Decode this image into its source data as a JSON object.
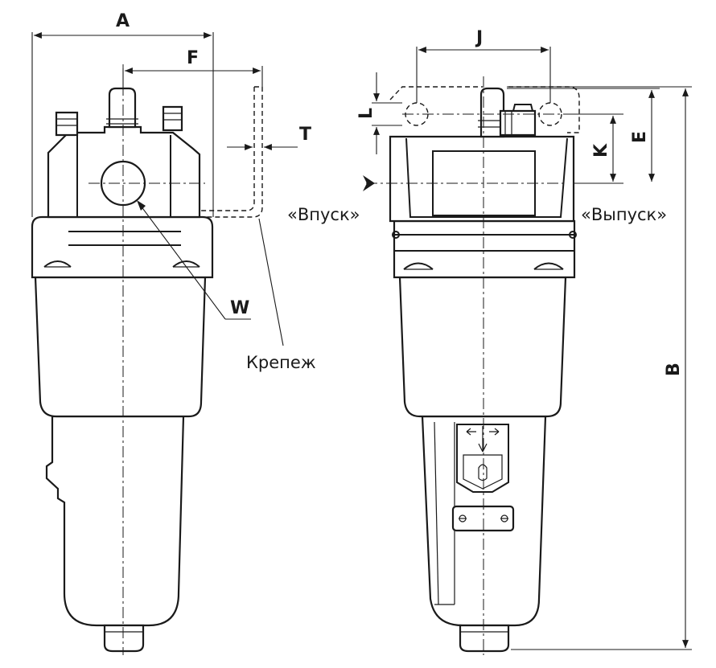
{
  "dimensions": {
    "A": "A",
    "F": "F",
    "T": "T",
    "W": "W",
    "J": "J",
    "L": "L",
    "K": "K",
    "E": "E",
    "B": "B"
  },
  "labels": {
    "mount": "Крепеж",
    "inlet": "«Впуск»",
    "outlet": "«Выпуск»"
  }
}
